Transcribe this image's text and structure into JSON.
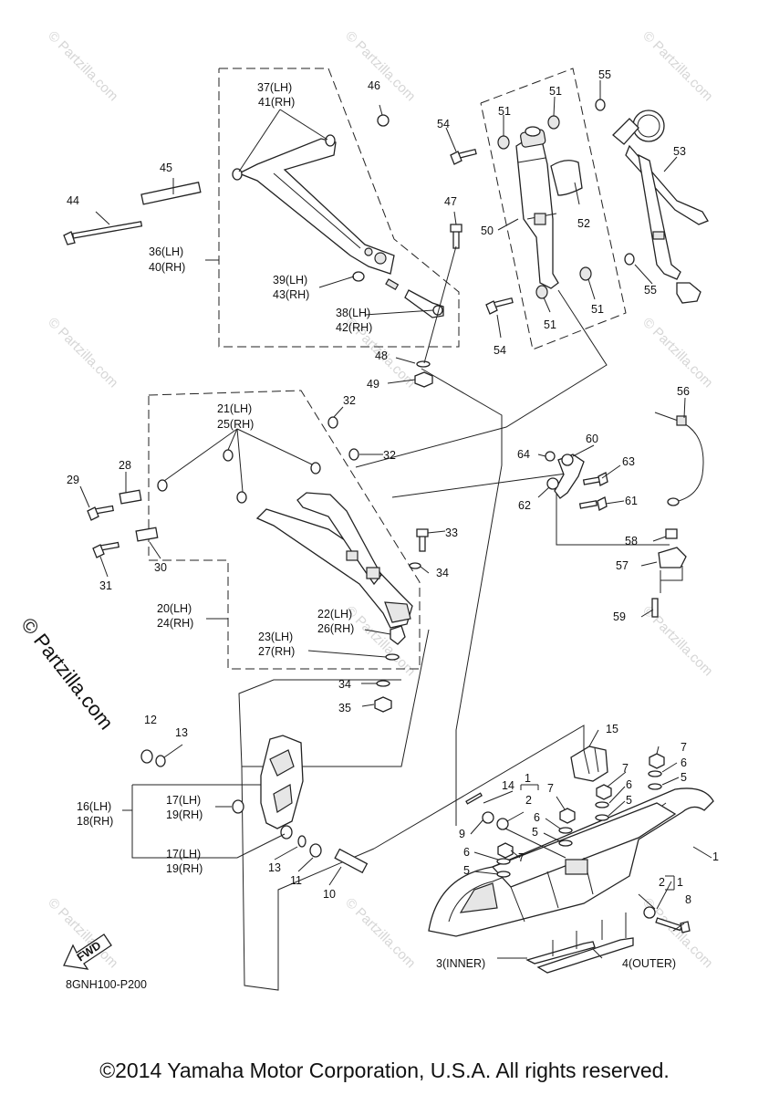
{
  "watermark_text": "© Partzilla.com",
  "side_watermark": "© Partzilla.com",
  "drawing_code": "8GNH100-P200",
  "fwd_label": "FWD",
  "copyright": "©2014 Yamaha Motor Corporation, U.S.A. All rights reserved.",
  "labels": {
    "p1a": "1",
    "p1b": "1",
    "p1c": "1",
    "p2a": "2",
    "p2b": "2",
    "p3": "3(INNER)",
    "p4": "4(OUTER)",
    "p5a": "5",
    "p5b": "5",
    "p5c": "5",
    "p5d": "5",
    "p6a": "6",
    "p6b": "6",
    "p6c": "6",
    "p6d": "6",
    "p7a": "7",
    "p7b": "7",
    "p7c": "7",
    "p7d": "7",
    "p8": "8",
    "p9": "9",
    "p10": "10",
    "p11": "11",
    "p12": "12",
    "p13a": "13",
    "p13b": "13",
    "p14": "14",
    "p15": "15",
    "p16": "16(LH)",
    "p18": "18(RH)",
    "p17a": "17(LH)",
    "p19a": "19(RH)",
    "p17b": "17(LH)",
    "p19b": "19(RH)",
    "p20": "20(LH)",
    "p24": "24(RH)",
    "p21": "21(LH)",
    "p25": "25(RH)",
    "p22": "22(LH)",
    "p26": "26(RH)",
    "p23": "23(LH)",
    "p27": "27(RH)",
    "p28": "28",
    "p29": "29",
    "p30": "30",
    "p31": "31",
    "p32a": "32",
    "p32b": "32",
    "p33": "33",
    "p34a": "34",
    "p34b": "34",
    "p35": "35",
    "p36": "36(LH)",
    "p40": "40(RH)",
    "p37": "37(LH)",
    "p41": "41(RH)",
    "p38": "38(LH)",
    "p42": "42(RH)",
    "p39": "39(LH)",
    "p43": "43(RH)",
    "p44": "44",
    "p45": "45",
    "p46": "46",
    "p47": "47",
    "p48": "48",
    "p49": "49",
    "p50": "50",
    "p51a": "51",
    "p51b": "51",
    "p51c": "51",
    "p51d": "51",
    "p52": "52",
    "p53": "53",
    "p54a": "54",
    "p54b": "54",
    "p55a": "55",
    "p55b": "55",
    "p56": "56",
    "p57": "57",
    "p58": "58",
    "p59": "59",
    "p60": "60",
    "p61": "61",
    "p62": "62",
    "p63": "63",
    "p64": "64"
  }
}
